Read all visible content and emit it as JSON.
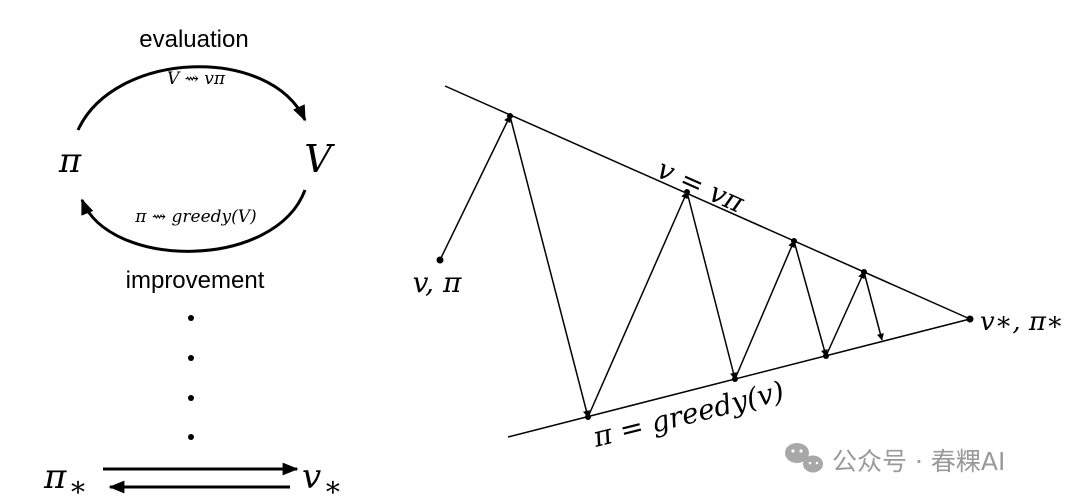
{
  "cycle": {
    "top_label": "evaluation",
    "top_formula": "V ⇝ vπ",
    "left_symbol": "π",
    "right_symbol": "V",
    "bottom_formula": "π ⇝ greedy(V)",
    "bottom_label": "improvement"
  },
  "convergence": {
    "policy_star": "π",
    "policy_star_sub": "∗",
    "value_star": "v",
    "value_star_sub": "∗"
  },
  "triangle": {
    "start_label": "v, π",
    "upper_line_label": "v = vπ",
    "lower_line_label": "π = greedy(v)",
    "end_label": "v∗, π∗"
  },
  "watermark": {
    "text": "公众号 · 春粿AI"
  },
  "colors": {
    "ink": "#000000",
    "watermark": "#9a9a9a"
  }
}
